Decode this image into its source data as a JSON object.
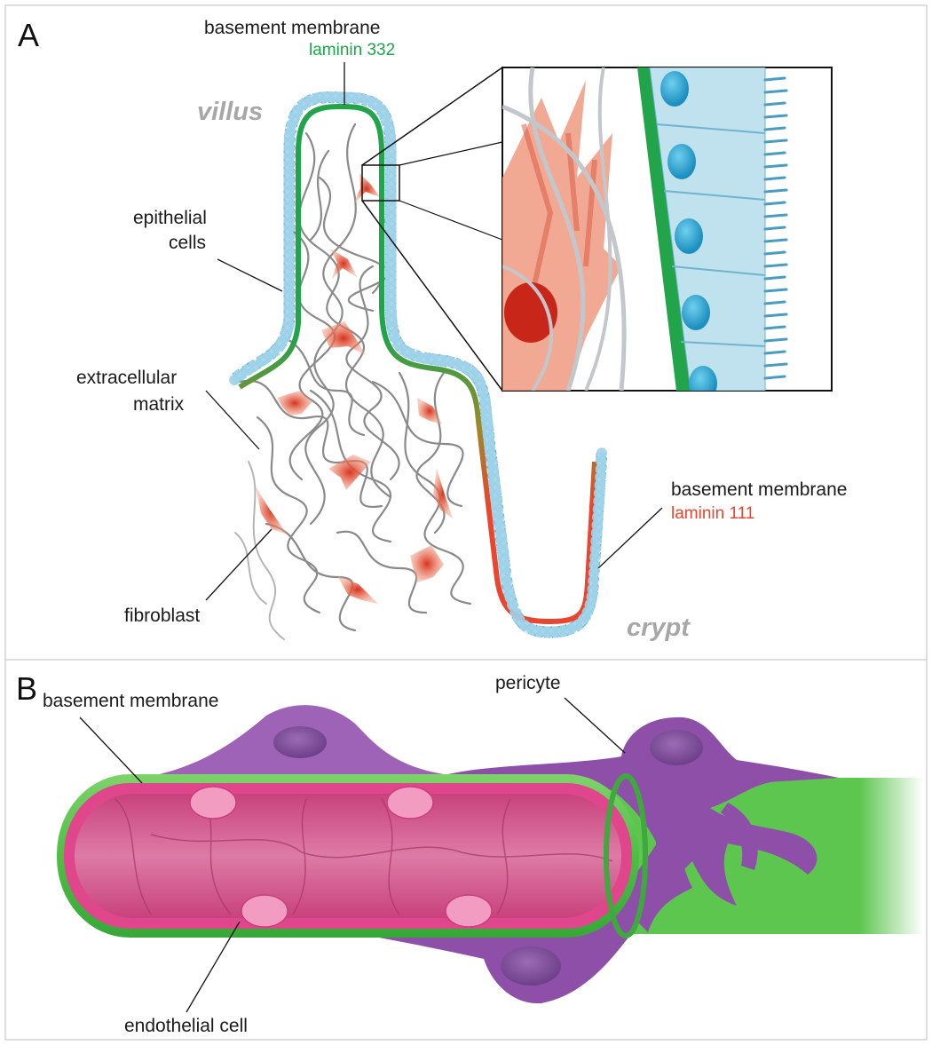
{
  "panel_a": {
    "letter": "A",
    "top_label": "basement membrane",
    "top_sublabel": "laminin 332",
    "villus": "villus",
    "crypt": "crypt",
    "epithelial_line1": "epithelial",
    "epithelial_line2": "cells",
    "ecm_line1": "extracellular",
    "ecm_line2": "matrix",
    "fibroblast": "fibroblast",
    "right_label": "basement membrane",
    "right_sublabel": "laminin 111"
  },
  "panel_b": {
    "letter": "B",
    "basement_membrane": "basement membrane",
    "pericyte": "pericyte",
    "endothelial": "endothelial cell"
  },
  "colors": {
    "laminin_332": "#1fa54a",
    "laminin_111": "#e8462f",
    "epithelium": "#8fd0e4",
    "fibroblast": "#e8462f",
    "pericyte": "#9b59b6",
    "vessel_lumen": "#e27aa6"
  }
}
